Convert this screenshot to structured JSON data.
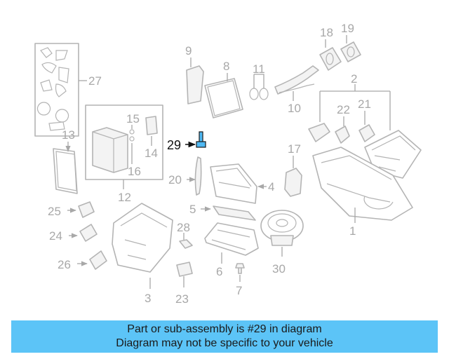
{
  "callouts": {
    "c1": "1",
    "c2": "2",
    "c3": "3",
    "c4": "4",
    "c5": "5",
    "c6": "6",
    "c7": "7",
    "c8": "8",
    "c9": "9",
    "c10": "10",
    "c11": "11",
    "c12": "12",
    "c13": "13",
    "c14": "14",
    "c15": "15",
    "c16": "16",
    "c17": "17",
    "c18": "18",
    "c19": "19",
    "c20": "20",
    "c21": "21",
    "c22": "22",
    "c23": "23",
    "c24": "24",
    "c25": "25",
    "c26": "26",
    "c27": "27",
    "c28": "28",
    "c29": "29",
    "c30": "30"
  },
  "highlighted_part": "29",
  "colors": {
    "banner": "#5cc4f7",
    "highlight": "#4fb8f2",
    "line_art": "#b4b4b4"
  },
  "banner": {
    "line1": "Part or sub-assembly is #29 in diagram",
    "line2": "Diagram may not be specific to your vehicle"
  }
}
